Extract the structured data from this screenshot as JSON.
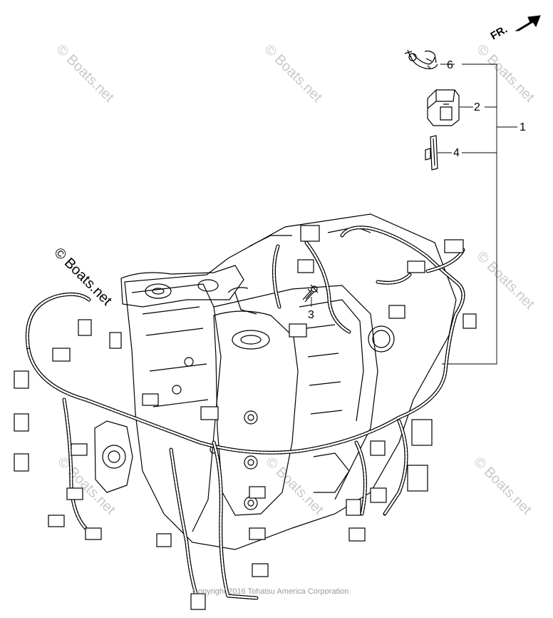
{
  "callouts": {
    "c1": "1",
    "c2": "2",
    "c3": "3",
    "c4": "4",
    "c6": "6"
  },
  "direction_label": "FR.",
  "watermark": {
    "text": "© Boats.net",
    "color": "#c9c9c9"
  },
  "copyright": "Copyright 2016 Tohatsu America Corporation",
  "colors": {
    "line": "#000000",
    "background": "#ffffff"
  }
}
